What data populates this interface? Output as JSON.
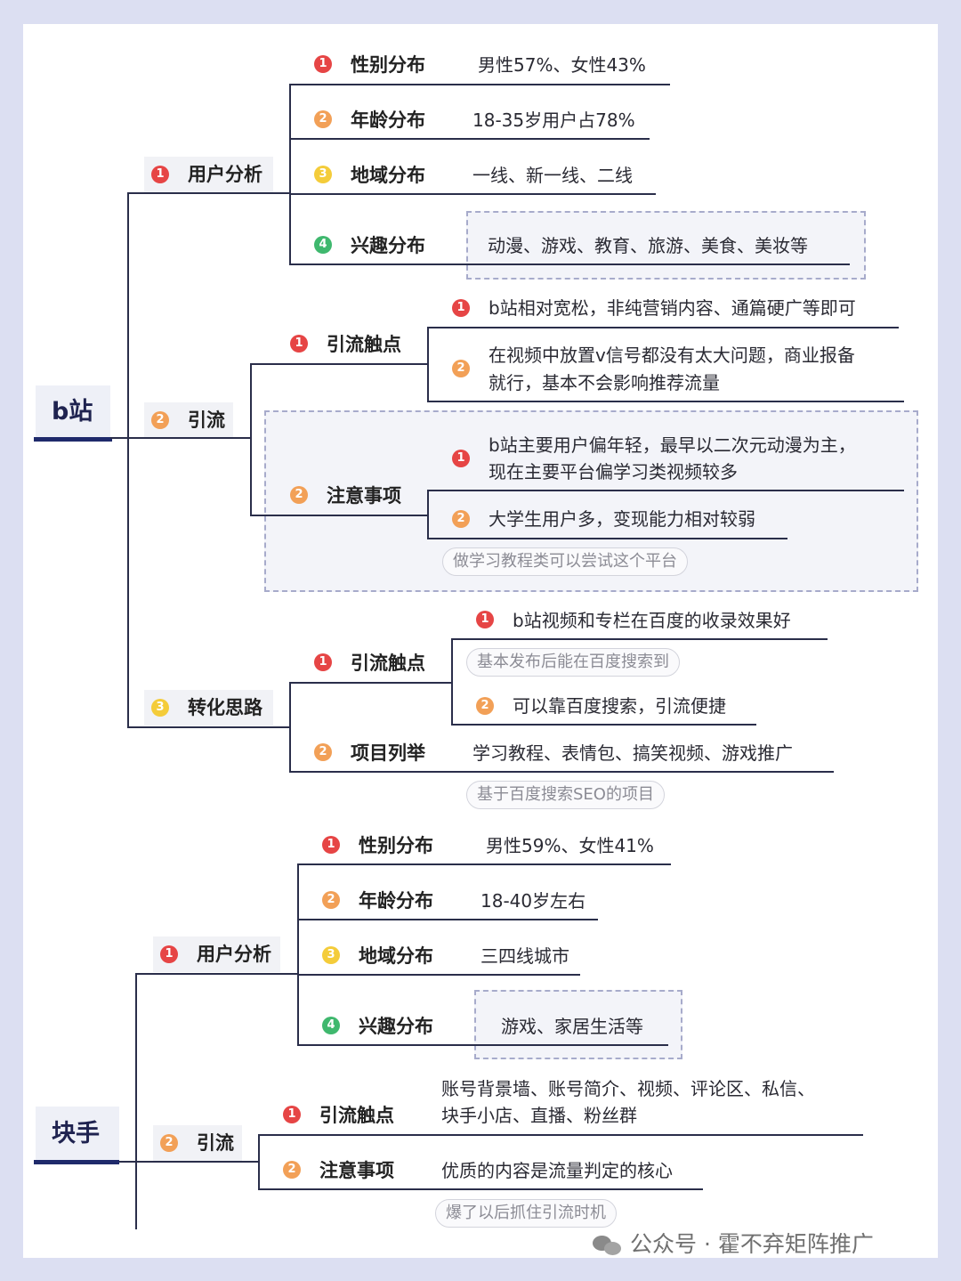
{
  "bilibili": {
    "root": "b站",
    "user_analysis": {
      "label": "用户分析",
      "items": [
        {
          "label": "性别分布",
          "value": "男性57%、女性43%"
        },
        {
          "label": "年龄分布",
          "value": "18-35岁用户占78%"
        },
        {
          "label": "地域分布",
          "value": "一线、新一线、二线"
        },
        {
          "label": "兴趣分布",
          "value": "动漫、游戏、教育、旅游、美食、美妆等"
        }
      ]
    },
    "traffic": {
      "label": "引流",
      "touchpoints": {
        "label": "引流触点",
        "items": [
          "b站相对宽松，非纯营销内容、通篇硬广等即可",
          "在视频中放置v信号都没有太大问题，商业报备",
          "就行，基本不会影响推荐流量"
        ]
      },
      "cautions": {
        "label": "注意事项",
        "items": [
          "b站主要用户偏年轻，最早以二次元动漫为主，",
          "现在主要平台偏学习类视频较多",
          "大学生用户多，变现能力相对较弱"
        ],
        "note": "做学习教程类可以尝试这个平台"
      }
    },
    "conversion": {
      "label": "转化思路",
      "touchpoints": {
        "label": "引流触点",
        "items": [
          "b站视频和专栏在百度的收录效果好",
          "可以靠百度搜索，引流便捷"
        ],
        "note": "基本发布后能在百度搜索到"
      },
      "projects": {
        "label": "项目列举",
        "value": "学习教程、表情包、搞笑视频、游戏推广",
        "note": "基于百度搜索SEO的项目"
      }
    }
  },
  "kuaishou": {
    "root": "块手",
    "user_analysis": {
      "label": "用户分析",
      "items": [
        {
          "label": "性别分布",
          "value": "男性59%、女性41%"
        },
        {
          "label": "年龄分布",
          "value": "18-40岁左右"
        },
        {
          "label": "地域分布",
          "value": "三四线城市"
        },
        {
          "label": "兴趣分布",
          "value": "游戏、家居生活等"
        }
      ]
    },
    "traffic": {
      "label": "引流",
      "touchpoints": {
        "label": "引流触点",
        "lines": [
          "账号背景墙、账号简介、视频、评论区、私信、",
          "块手小店、直播、粉丝群"
        ]
      },
      "cautions": {
        "label": "注意事项",
        "value": "优质的内容是流量判定的核心",
        "note": "爆了以后抓住引流时机"
      }
    }
  },
  "badges": [
    "1",
    "2",
    "3",
    "4"
  ],
  "watermark": "公众号 · 霍不弃矩阵推广",
  "colors": {
    "badge1": "#e64545",
    "badge2": "#f2a057",
    "badge3": "#f4cc3a",
    "badge4": "#3fb86e",
    "line": "#2a2e4a",
    "root_bar": "#1f2a6b"
  }
}
